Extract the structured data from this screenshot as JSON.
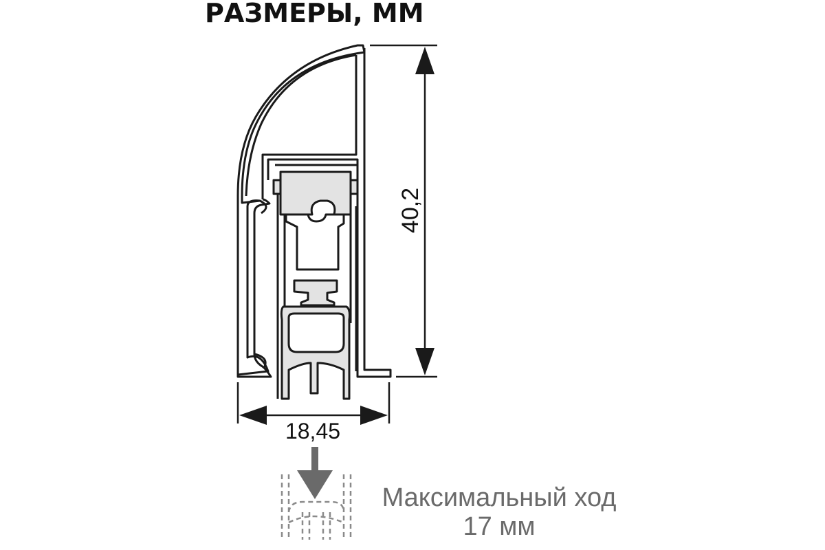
{
  "title": "РАЗМЕРЫ, ММ",
  "dimensions": {
    "height_label": "40,2",
    "width_label": "18,45"
  },
  "travel_note": {
    "line1": "Максимальный ход",
    "line2": "17 мм"
  },
  "colors": {
    "line": "#1a1a1a",
    "fill_light": "#ffffff",
    "fill_seal": "#e3e3e3",
    "note_gray": "#6a6a6a",
    "arrow_gray": "#6a6a6a"
  }
}
